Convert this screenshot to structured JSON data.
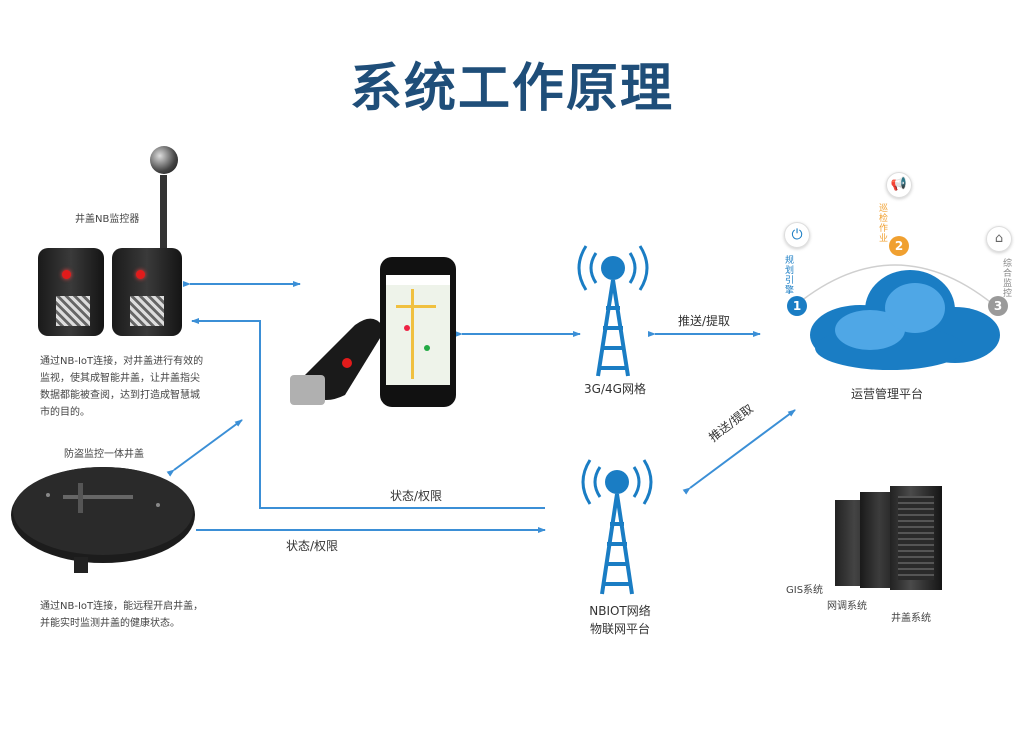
{
  "title": "系统工作原理",
  "colors": {
    "title": "#1f4e79",
    "arrow": "#3b8fd6",
    "tower": "#1a7dc4",
    "step1": "#1a7dc4",
    "step2": "#f0a030",
    "step3": "#9a9a9a"
  },
  "device_monitor": {
    "label": "井盖NB监控器",
    "desc_lines": [
      "通过NB-IoT连接，对井盖进行有效的",
      "监视，使其成智能井盖，让井盖指尖",
      "数据都能被查阅，达到打造成智慧城",
      "市的目的。"
    ]
  },
  "device_cover": {
    "label": "防盗监控一体井盖",
    "desc_lines": [
      "通过NB-IoT连接，能远程开启井盖，",
      "并能实时监测井盖的健康状态。"
    ]
  },
  "tower_top": {
    "label": "3G/4G网格"
  },
  "tower_bottom": {
    "label_lines": [
      "NBIOT网络",
      "物联网平台"
    ]
  },
  "platform": {
    "label": "运营管理平台",
    "steps": [
      {
        "num": "1",
        "text": "规划引擎",
        "icon": "power-icon"
      },
      {
        "num": "2",
        "text": "巡检作业",
        "icon": "megaphone-icon"
      },
      {
        "num": "3",
        "text": "综合监控",
        "icon": "monitor-icon"
      }
    ]
  },
  "servers": {
    "labels": [
      "GIS系统",
      "网调系统",
      "井盖系统"
    ]
  },
  "arrow_labels": {
    "tower_platform": "推送/提取",
    "nbiot_platform": "推送/提取",
    "status_upper": "状态/权限",
    "status_lower": "状态/权限"
  }
}
